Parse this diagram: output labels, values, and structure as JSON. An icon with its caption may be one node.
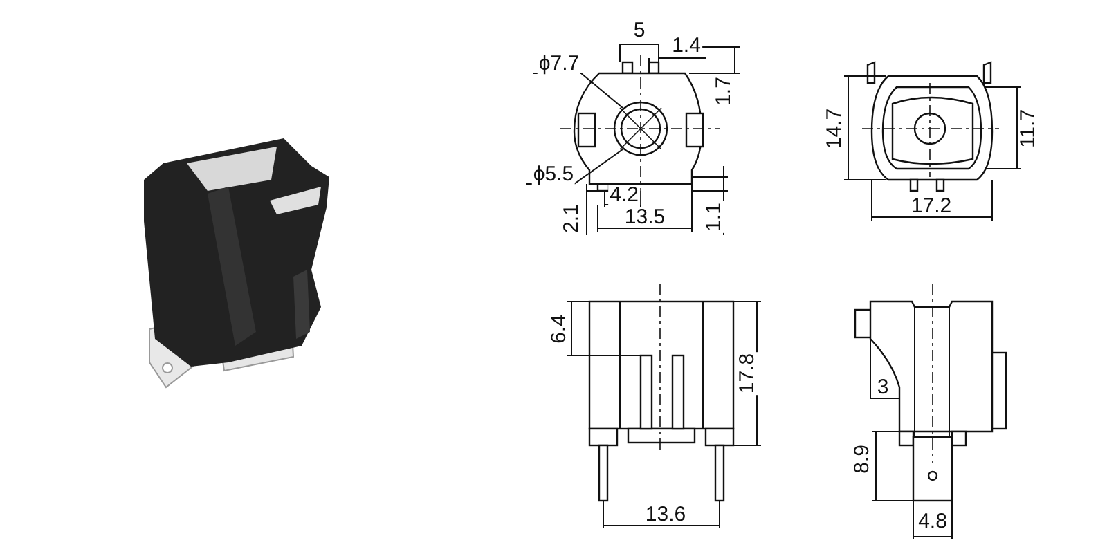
{
  "diagram": {
    "labels": [
      "5",
      "1.4",
      "ϕ7.7",
      "1.7",
      "ϕ5.5",
      "4.2",
      "13.5",
      "2.1",
      "1.1",
      "14.7",
      "11.7",
      "17.2",
      "6.4",
      "17.8",
      "13.6",
      "3",
      "8.9",
      "4.8"
    ]
  }
}
